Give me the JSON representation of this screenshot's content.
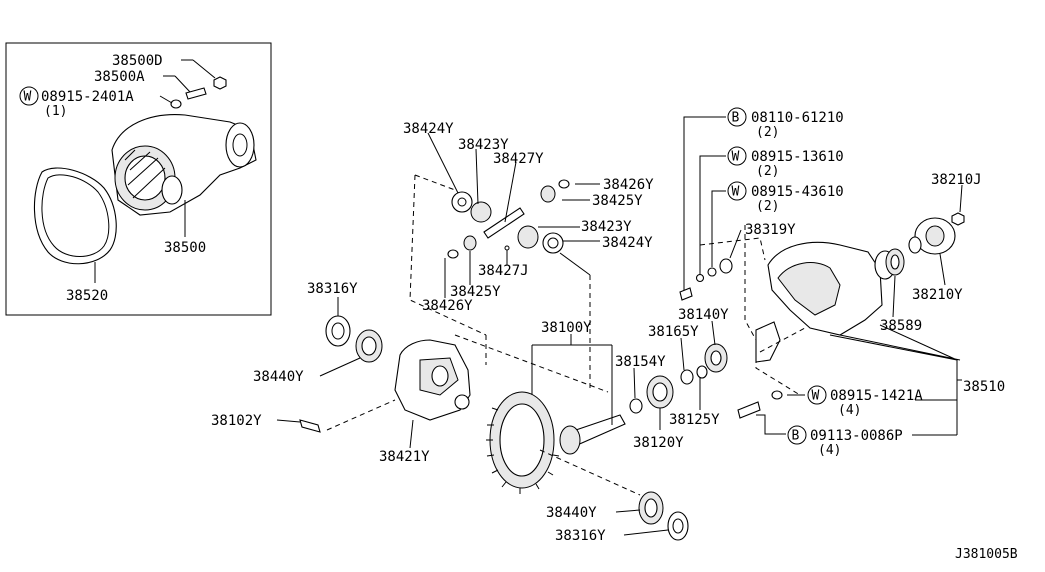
{
  "diagram_id": "J381005B",
  "labels": {
    "p38500D": "38500D",
    "p38500A": "38500A",
    "p08915_2401A": "08915-2401A",
    "p08915_2401A_qty": "(1)",
    "p38500": "38500",
    "p38520": "38520",
    "p38424Y_top": "38424Y",
    "p38423Y_top": "38423Y",
    "p38427Y": "38427Y",
    "p38426Y_right": "38426Y",
    "p38425Y_right": "38425Y",
    "p38423Y_mid": "38423Y",
    "p38424Y_mid": "38424Y",
    "p38427J": "38427J",
    "p38425Y_low": "38425Y",
    "p38426Y_low": "38426Y",
    "p38316Y_top": "38316Y",
    "p38440Y_top": "38440Y",
    "p38102Y": "38102Y",
    "p38421Y": "38421Y",
    "p38100Y": "38100Y",
    "p38154Y": "38154Y",
    "p38165Y": "38165Y",
    "p38140Y": "38140Y",
    "p38120Y": "38120Y",
    "p38125Y": "38125Y",
    "p38440Y_bot": "38440Y",
    "p38316Y_bot": "38316Y",
    "p08110_61210": "08110-61210",
    "p08110_61210_qty": "(2)",
    "p08915_13610": "08915-13610",
    "p08915_13610_qty": "(2)",
    "p08915_43610": "08915-43610",
    "p08915_43610_qty": "(2)",
    "p38319Y": "38319Y",
    "p38210J": "38210J",
    "p38210Y": "38210Y",
    "p38589": "38589",
    "p38510": "38510",
    "p08915_1421A": "08915-1421A",
    "p08915_1421A_qty": "(4)",
    "p09113_0086P": "09113-0086P",
    "p09113_0086P_qty": "(4)"
  },
  "markers": {
    "washer": "W",
    "bolt": "B"
  }
}
